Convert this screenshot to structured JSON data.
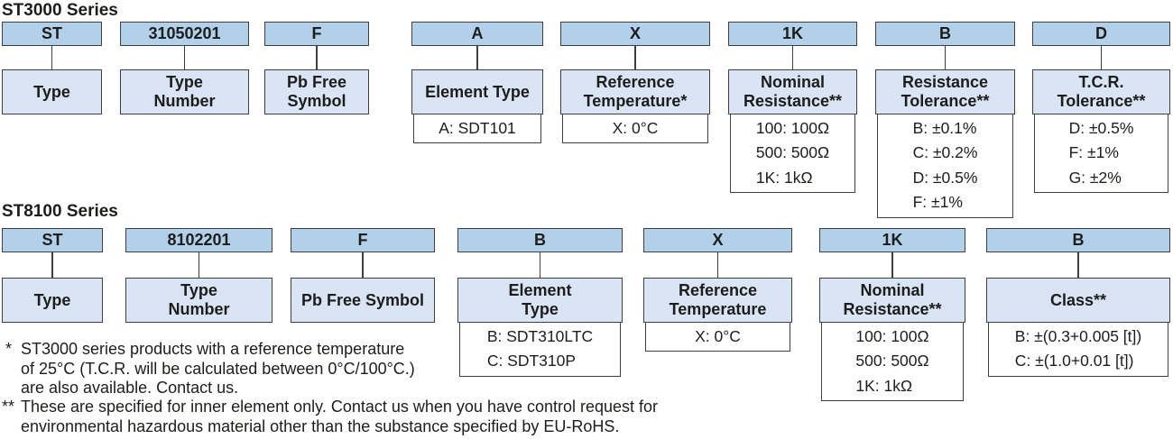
{
  "colors": {
    "code_box_fill": "#b3d0eb",
    "label_box_fill": "#d9e5f4",
    "border": "#3f3f3f",
    "text": "#1d1d1b"
  },
  "st3000": {
    "heading": "ST3000 Series",
    "columns": [
      {
        "code": "ST",
        "label_lines": [
          "Type"
        ]
      },
      {
        "code": "31050201",
        "label_lines": [
          "Type",
          "Number"
        ]
      },
      {
        "code": "F",
        "label_lines": [
          "Pb Free",
          "Symbol"
        ]
      },
      {
        "code": "A",
        "label_lines": [
          "Element Type"
        ],
        "values": [
          "A: SDT101"
        ]
      },
      {
        "code": "X",
        "label_lines": [
          "Reference",
          "Temperature*"
        ],
        "values": [
          "X: 0°C"
        ]
      },
      {
        "code": "1K",
        "label_lines": [
          "Nominal",
          "Resistance**"
        ],
        "values": [
          "100: 100Ω",
          "500: 500Ω",
          "1K: 1kΩ"
        ]
      },
      {
        "code": "B",
        "label_lines": [
          "Resistance",
          "Tolerance**"
        ],
        "values": [
          "B: ±0.1%",
          "C: ±0.2%",
          "D: ±0.5%",
          "F: ±1%"
        ]
      },
      {
        "code": "D",
        "label_lines": [
          "T.C.R.",
          "Tolerance**"
        ],
        "values": [
          "D: ±0.5%",
          "F: ±1%",
          "G: ±2%"
        ]
      }
    ]
  },
  "st8100": {
    "heading": "ST8100 Series",
    "columns": [
      {
        "code": "ST",
        "label_lines": [
          "Type"
        ]
      },
      {
        "code": "8102201",
        "label_lines": [
          "Type",
          "Number"
        ]
      },
      {
        "code": "F",
        "label_lines": [
          "Pb Free Symbol"
        ]
      },
      {
        "code": "B",
        "label_lines": [
          "Element",
          "Type"
        ],
        "values": [
          "B: SDT310LTC",
          "C: SDT310P"
        ]
      },
      {
        "code": "X",
        "label_lines": [
          "Reference",
          "Temperature"
        ],
        "values": [
          "X: 0°C"
        ]
      },
      {
        "code": "1K",
        "label_lines": [
          "Nominal",
          "Resistance**"
        ],
        "values": [
          "100: 100Ω",
          "500: 500Ω",
          "1K: 1kΩ"
        ]
      },
      {
        "code": "B",
        "label_lines": [
          "Class**"
        ],
        "values": [
          "B: ±(0.3+0.005 [t])",
          "C: ±(1.0+0.01 [t])"
        ]
      }
    ]
  },
  "footnotes": {
    "note1": {
      "marker": "*",
      "lines": [
        "ST3000 series products with a reference temperature",
        "of 25°C (T.C.R. will be calculated between 0°C/100°C.)",
        "are also available. Contact us."
      ]
    },
    "note2": {
      "marker": "**",
      "lines": [
        "These are specified for inner element only. Contact us when you have control request for",
        "environmental hazardous material other than the substance specified by EU-RoHS."
      ]
    }
  }
}
